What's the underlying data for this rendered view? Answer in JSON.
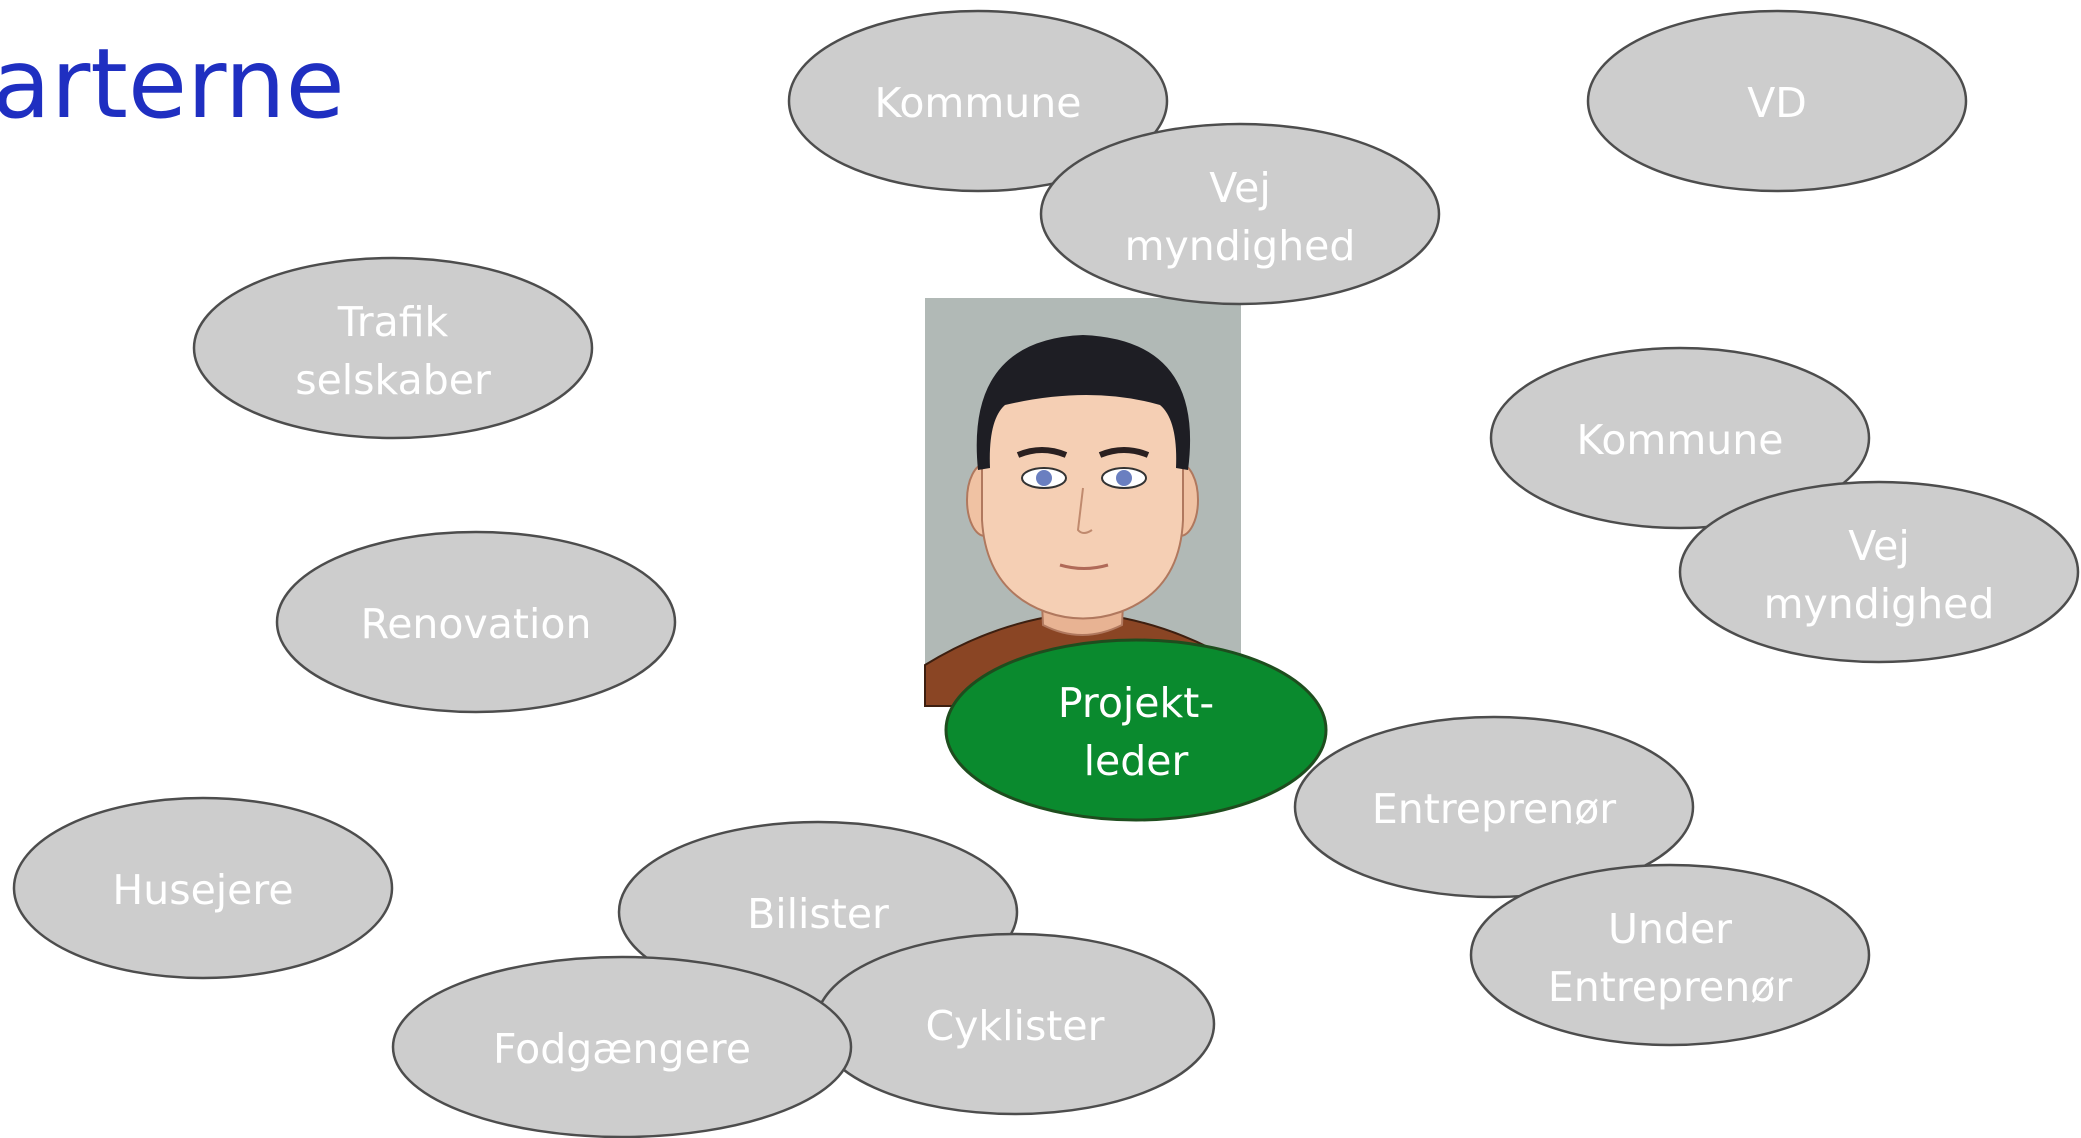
{
  "title": "arterne",
  "colors": {
    "title": "#1f2fc1",
    "bubble": "#cdcdcd",
    "center": "#0a8a2e",
    "bubble_text": "#ffffff"
  },
  "avatar": {
    "icon": "man-avatar-icon"
  },
  "bubbles": {
    "kommune_top": [
      "Kommune"
    ],
    "vejmyndighed_top": [
      "Vej",
      "myndighed"
    ],
    "vd": [
      "VD"
    ],
    "trafikselskaber": [
      "Trafik",
      "selskaber"
    ],
    "kommune_right": [
      "Kommune"
    ],
    "vejmyndighed_right": [
      "Vej",
      "myndighed"
    ],
    "renovation": [
      "Renovation"
    ],
    "projektleder": [
      "Projekt-",
      "leder"
    ],
    "entreprenor": [
      "Entreprenør"
    ],
    "underentreprenor": [
      "Under",
      "Entreprenør"
    ],
    "husejere": [
      "Husejere"
    ],
    "bilister": [
      "Bilister"
    ],
    "cyklister": [
      "Cyklister"
    ],
    "fodgaengere": [
      "Fodgængere"
    ]
  }
}
